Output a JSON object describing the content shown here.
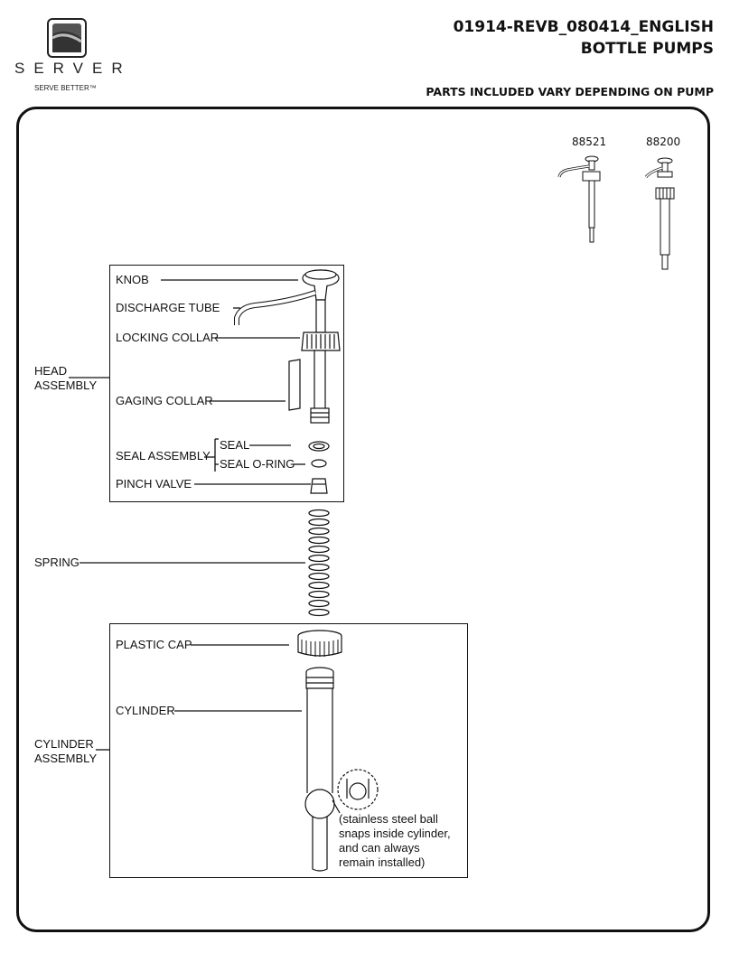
{
  "header": {
    "title_line1": "01914-REVB_080414_ENGLISH",
    "title_line2": "BOTTLE PUMPS",
    "subtitle": "PARTS INCLUDED VARY DEPENDING ON PUMP"
  },
  "logo": {
    "wordmark": "SERVER",
    "tagline": "SERVE BETTER™"
  },
  "models": [
    "88521",
    "88200"
  ],
  "head_assembly": {
    "label_line1": "HEAD",
    "label_line2": "ASSEMBLY",
    "parts": {
      "knob": "KNOB",
      "discharge_tube": "DISCHARGE TUBE",
      "locking_collar": "LOCKING COLLAR",
      "gaging_collar": "GAGING COLLAR",
      "seal_assembly": "SEAL ASSEMBLY",
      "seal": "SEAL",
      "seal_o_ring": "SEAL O-RING",
      "pinch_valve": "PINCH VALVE"
    }
  },
  "spring": "SPRING",
  "cylinder_assembly": {
    "label_line1": "CYLINDER",
    "label_line2": "ASSEMBLY",
    "parts": {
      "plastic_cap": "PLASTIC CAP",
      "cylinder": "CYLINDER"
    },
    "note_lines": [
      "(stainless steel ball",
      "snaps inside cylinder,",
      "and can always",
      "remain installed)"
    ]
  }
}
